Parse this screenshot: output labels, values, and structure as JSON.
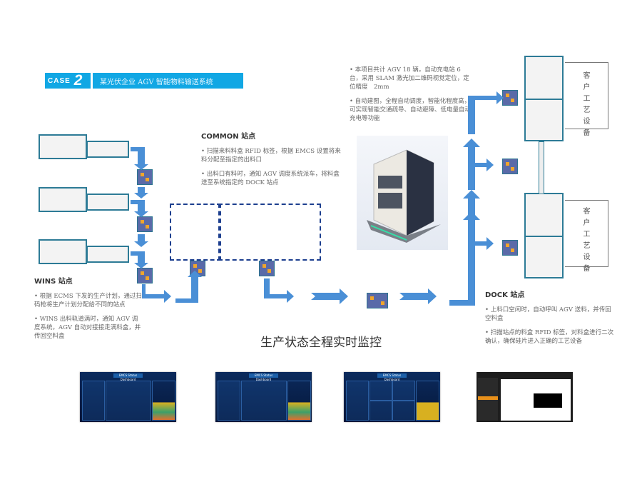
{
  "banner": {
    "case_label": "CASE",
    "case_number": "2",
    "title": "某光伏企业 AGV 智能物料输送系统"
  },
  "agv_info": {
    "bullets": [
      "• 本项目共计 AGV 18 辆，自动充电站 6 台，采用 SLAM 激光加二维码视觉定位，定位精度　2mm",
      "• 自动建图，全程自动调度，智能化程度高，可实现智能交通疏导、自动避障、低电量自动充电等功能"
    ]
  },
  "common": {
    "heading": "COMMON 站点",
    "bullets": [
      "• 扫描来料料盒 RFID 标签，根据 EMCS 设置将来料分配至指定的出料口",
      "• 出料口有料时，通知 AGV 调度系统派车，将料盒送至系统指定的 DOCK 站点"
    ]
  },
  "wins": {
    "heading": "WINS 站点",
    "bullets": [
      "• 根据 ECMS 下发的生产计划，通过扫码枪将生产计划分配给不同的站点",
      "• WINS 出料轨道满时，通知 AGV 调度系统，AGV 自动对接接走满料盒，并传回空料盒"
    ]
  },
  "dock": {
    "heading": "DOCK 站点",
    "bullets": [
      "• 上料口空闲时，自动呼叫 AGV 送料，并传回空料盒",
      "• 扫描站点的料盒 RFID 标签，对料盒进行二次确认，确保硅片进入正确的工艺设备"
    ]
  },
  "customer_equipment": {
    "label_top": "客户工艺设备",
    "label_bottom": "客户工艺设备"
  },
  "monitoring": {
    "title": "生产状态全程实时监控",
    "dashboards": [
      {
        "title": "EMCS Status Dashboard"
      },
      {
        "title": "EMCS Status Dashboard"
      },
      {
        "title": "EMCS Status Dashboard"
      }
    ]
  },
  "colors": {
    "accent": "#11a7e4",
    "arrow": "#4a8fd6",
    "machine_border": "#2d7b96",
    "dashed": "#1d3f8f"
  }
}
